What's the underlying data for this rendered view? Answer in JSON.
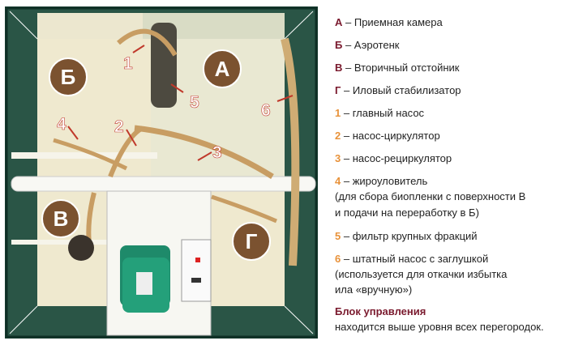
{
  "photo": {
    "zone_labels": [
      "А",
      "Б",
      "В",
      "Г"
    ],
    "number_labels": [
      "1",
      "2",
      "3",
      "4",
      "5",
      "6"
    ]
  },
  "legend": {
    "items": [
      {
        "key": "А",
        "text": " – Приемная камера"
      },
      {
        "key": "Б",
        "text": " – Аэротенк"
      },
      {
        "key": "В",
        "text": " – Вторичный отстойник"
      },
      {
        "key": "Г",
        "text": " – Иловый стабилизатор"
      },
      {
        "key": "1",
        "text": " – главный насос"
      },
      {
        "key": "2",
        "text": " – насос-циркулятор"
      },
      {
        "key": "3",
        "text": " – насос-рециркулятор"
      },
      {
        "key": "4",
        "text": " – жироуловитель",
        "extra": [
          "(для сбора биопленки с поверхности В",
          "и подачи на переработку в Б)"
        ]
      },
      {
        "key": "5",
        "text": " – фильтр крупных фракций"
      },
      {
        "key": "6",
        "text": " – штатный насос с заглушкой",
        "extra": [
          "(используется для откачки избытка",
          "ила «вручную»)"
        ]
      }
    ],
    "control_title": "Блок управления",
    "control_text": "находится выше уровня всех перегородок."
  },
  "colors": {
    "letter_key": "#7a1a2e",
    "number_key": "#e8923a",
    "badge": "#7b5230",
    "tank_edge": "#1d4a3c"
  }
}
